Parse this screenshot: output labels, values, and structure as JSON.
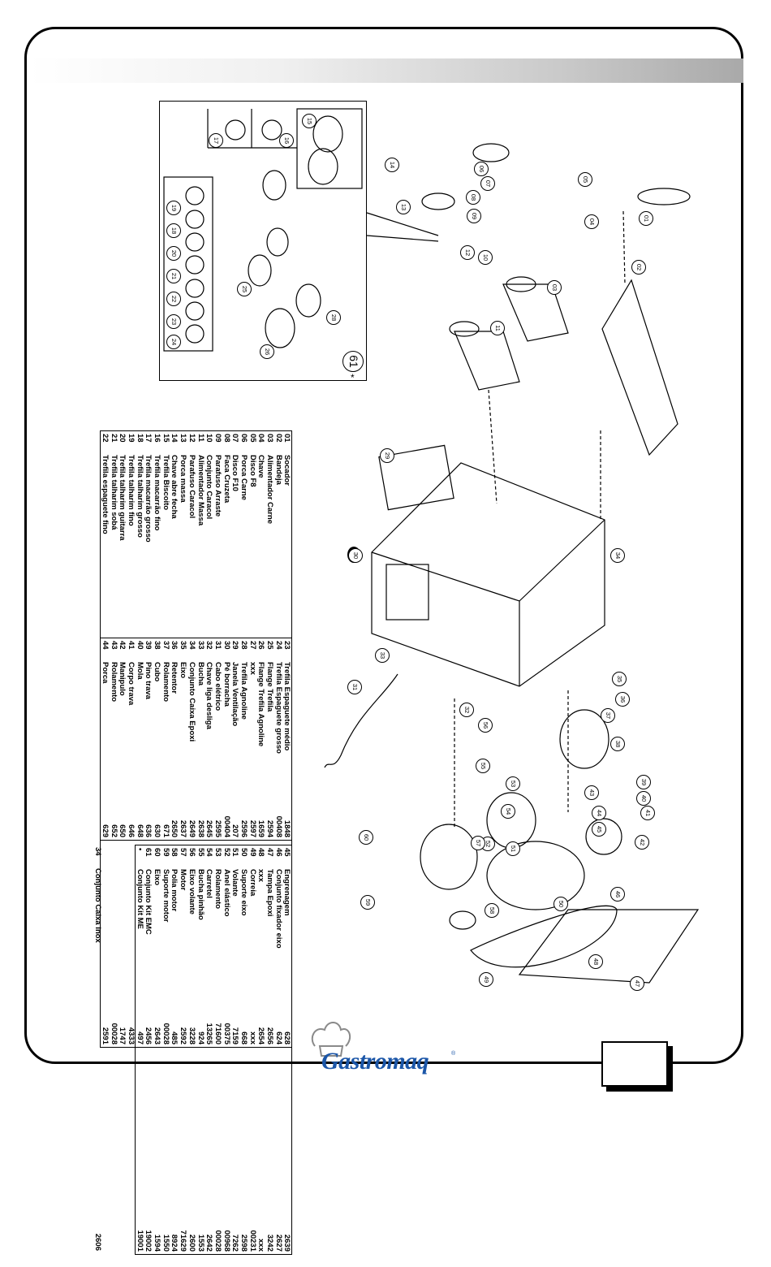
{
  "brand": {
    "logo_text": "Gastromaq",
    "registered": "®"
  },
  "diagram": {
    "inset_marker": "61",
    "inset_marker_star": "*",
    "inset_labels": [
      "17",
      "16",
      "15",
      "19",
      "18",
      "20",
      "21",
      "22",
      "23",
      "24",
      "25",
      "26",
      "28",
      "14",
      "13",
      "06",
      "07",
      "08",
      "09",
      "05",
      "04",
      "12",
      "10",
      "11",
      "03",
      "01",
      "02"
    ],
    "main_labels": [
      "29",
      "34",
      "30",
      "35",
      "36",
      "37",
      "38",
      "39",
      "40",
      "41",
      "42",
      "43",
      "44",
      "45",
      "46",
      "47",
      "48",
      "49",
      "50",
      "51",
      "52",
      "53",
      "54",
      "55",
      "56",
      "57",
      "58",
      "59",
      "60",
      "31",
      "32",
      "33"
    ]
  },
  "parts_table_1": [
    {
      "n": "01",
      "name": "Socador",
      "code": "1848"
    },
    {
      "n": "02",
      "name": "Bandeja",
      "code": "00408"
    },
    {
      "n": "03",
      "name": "Alimentador Carne",
      "code": "2594"
    },
    {
      "n": "04",
      "name": "Chave",
      "code": "1659"
    },
    {
      "n": "05",
      "name": "Disco F8",
      "code": "2597"
    },
    {
      "n": "06",
      "name": "Porca Carne",
      "code": "2596"
    },
    {
      "n": "07",
      "name": "Disco F10",
      "code": "207"
    },
    {
      "n": "08",
      "name": "Faca Cruzeta",
      "code": "00404"
    },
    {
      "n": "09",
      "name": "Parafuso Arraste",
      "code": "2595"
    },
    {
      "n": "10",
      "name": "Conjunto Caracol",
      "code": "2645"
    },
    {
      "n": "11",
      "name": "Alimentador Massa",
      "code": "2638"
    },
    {
      "n": "12",
      "name": "Parafuso Caracol",
      "code": "2649"
    },
    {
      "n": "13",
      "name": "Porca massa",
      "code": "2637"
    },
    {
      "n": "14",
      "name": "Chave abre fecha",
      "code": "2650"
    },
    {
      "n": "15",
      "name": "Trefila Biscoito",
      "code": "671"
    },
    {
      "n": "16",
      "name": "Trefila macarrão fino",
      "code": "630"
    },
    {
      "n": "17",
      "name": "Trefila macarrão grosso",
      "code": "636"
    },
    {
      "n": "18",
      "name": "Trefila talharim grosso",
      "code": "648"
    },
    {
      "n": "19",
      "name": "Trefila talharim fino",
      "code": "646"
    },
    {
      "n": "20",
      "name": "Trefila talharim guitarra",
      "code": "650"
    },
    {
      "n": "21",
      "name": "Trefila talharim sobá",
      "code": "652"
    },
    {
      "n": "22",
      "name": "Trefila espaguete fino",
      "code": "629"
    }
  ],
  "parts_table_2": [
    {
      "n": "23",
      "name": "Trefila Espaguete médio",
      "code": "628"
    },
    {
      "n": "24",
      "name": "Trefila Espaguete grosso",
      "code": "624"
    },
    {
      "n": "25",
      "name": "Flange Trefila",
      "code": "2656"
    },
    {
      "n": "26",
      "name": "Flange Trefila Agnoline",
      "code": "2654"
    },
    {
      "n": "27",
      "name": "xxx",
      "code": "xxx"
    },
    {
      "n": "28",
      "name": "Trefila Agnoline",
      "code": "668"
    },
    {
      "n": "29",
      "name": "Janela Ventilação",
      "code": "7159"
    },
    {
      "n": "30",
      "name": "Pé borracha",
      "code": "00375"
    },
    {
      "n": "31",
      "name": "Cabo elétrico",
      "code": "71600"
    },
    {
      "n": "32",
      "name": "Chave liga desliga",
      "code": "13265"
    },
    {
      "n": "33",
      "name": "Bucha",
      "code": "924"
    },
    {
      "n": "34",
      "name": "Conjunto Caixa Epoxi",
      "code": "3228"
    },
    {
      "n": "35",
      "name": "Eixo",
      "code": "2592"
    },
    {
      "n": "36",
      "name": "Retentor",
      "code": "485"
    },
    {
      "n": "37",
      "name": "Rolamento",
      "code": "00028"
    },
    {
      "n": "38",
      "name": "Cubo",
      "code": "2643"
    },
    {
      "n": "39",
      "name": "Pino trava",
      "code": "2456"
    },
    {
      "n": "40",
      "name": "Mola",
      "code": "497"
    },
    {
      "n": "41",
      "name": "Corpo trava",
      "code": "4333"
    },
    {
      "n": "42",
      "name": "Manipulo",
      "code": "1747"
    },
    {
      "n": "43",
      "name": "Rolamento",
      "code": "00028"
    },
    {
      "n": "44",
      "name": "Porca",
      "code": "2591"
    }
  ],
  "parts_table_3": [
    {
      "n": "45",
      "name": "Engrenagem",
      "code": "2639"
    },
    {
      "n": "46",
      "name": "Conjunto fixador eixo",
      "code": "2627"
    },
    {
      "n": "47",
      "name": "Tampa Epoxi",
      "code": "3242"
    },
    {
      "n": "48",
      "name": "xxx",
      "code": "xxx"
    },
    {
      "n": "49",
      "name": "Correia",
      "code": "00231"
    },
    {
      "n": "50",
      "name": "Suporte eixo",
      "code": "2598"
    },
    {
      "n": "51",
      "name": "Volante",
      "code": "7262"
    },
    {
      "n": "52",
      "name": "Anel elástico",
      "code": "00968"
    },
    {
      "n": "53",
      "name": "Rolamento",
      "code": "00028"
    },
    {
      "n": "54",
      "name": "Carretel",
      "code": "2642"
    },
    {
      "n": "55",
      "name": "Bucha pinhão",
      "code": "1553"
    },
    {
      "n": "56",
      "name": "Eixo volante",
      "code": "2600"
    },
    {
      "n": "57",
      "name": "Motor",
      "code": "71629"
    },
    {
      "n": "58",
      "name": "Polia motor",
      "code": "8924"
    },
    {
      "n": "59",
      "name": "Suporte motor",
      "code": "1550"
    },
    {
      "n": "60",
      "name": "Eixo",
      "code": "1594"
    },
    {
      "n": "61",
      "name": "Conjunto Kit EMC",
      "code": "19002"
    },
    {
      "n": "•",
      "name": "Conjunto Kit ME",
      "code": "19001"
    }
  ],
  "extra_row": {
    "n": "34",
    "name": "Conjunto Caixa  Inox",
    "code": "2606"
  }
}
